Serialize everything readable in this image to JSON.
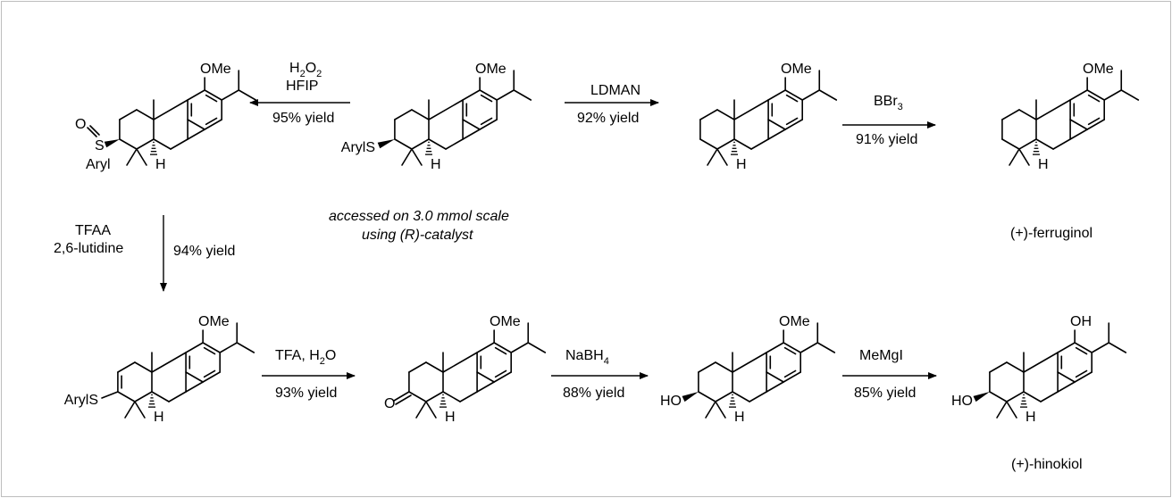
{
  "reagents": {
    "oxidation": {
      "line1_main": "H",
      "line1_sub1": "2",
      "line1_mid": "O",
      "line1_sub2": "2",
      "line2": "HFIP",
      "yield": "95% yield"
    },
    "ldman": {
      "reagent": "LDMAN",
      "yield": "92% yield"
    },
    "bbr3": {
      "main": "BBr",
      "sub": "3",
      "yield": "91% yield"
    },
    "elimination": {
      "line1": "TFAA",
      "line2": "2,6-lutidine",
      "yield": "94% yield"
    },
    "hydrolysis": {
      "main": "TFA, H",
      "sub": "2",
      "tail": "O",
      "yield": "93% yield"
    },
    "reduction": {
      "main": "NaBH",
      "sub": "4",
      "yield": "88% yield"
    },
    "demethylation": {
      "reagent": "MeMgI",
      "yield": "85% yield"
    }
  },
  "note": {
    "line1": "accessed on 3.0 mmol scale",
    "line2": "using (R)-catalyst"
  },
  "products": {
    "ferruginol": "(+)-ferruginol",
    "hinokiol": "(+)-hinokiol"
  },
  "atoms": {
    "ome": "OMe",
    "oh": "OH",
    "h": "H",
    "aryls": "ArylS",
    "aryl": "Aryl",
    "s": "S",
    "o": "O",
    "ho": "HO"
  }
}
